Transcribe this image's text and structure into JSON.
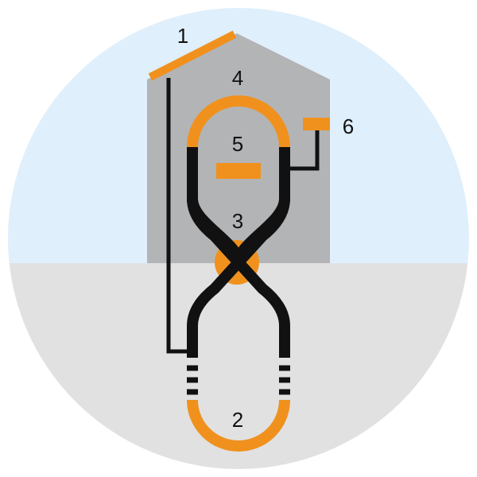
{
  "labels": {
    "solar_panel": "1",
    "ground_loop": "2",
    "heat_exchanger": "3",
    "indoor_loop": "4",
    "radiator": "5",
    "thermostat": "6"
  },
  "colors": {
    "sky": "#dfeffb",
    "ground": "#e1e1e1",
    "house": "#b3b4b6",
    "accent": "#f0911e",
    "pipe": "#111111"
  }
}
